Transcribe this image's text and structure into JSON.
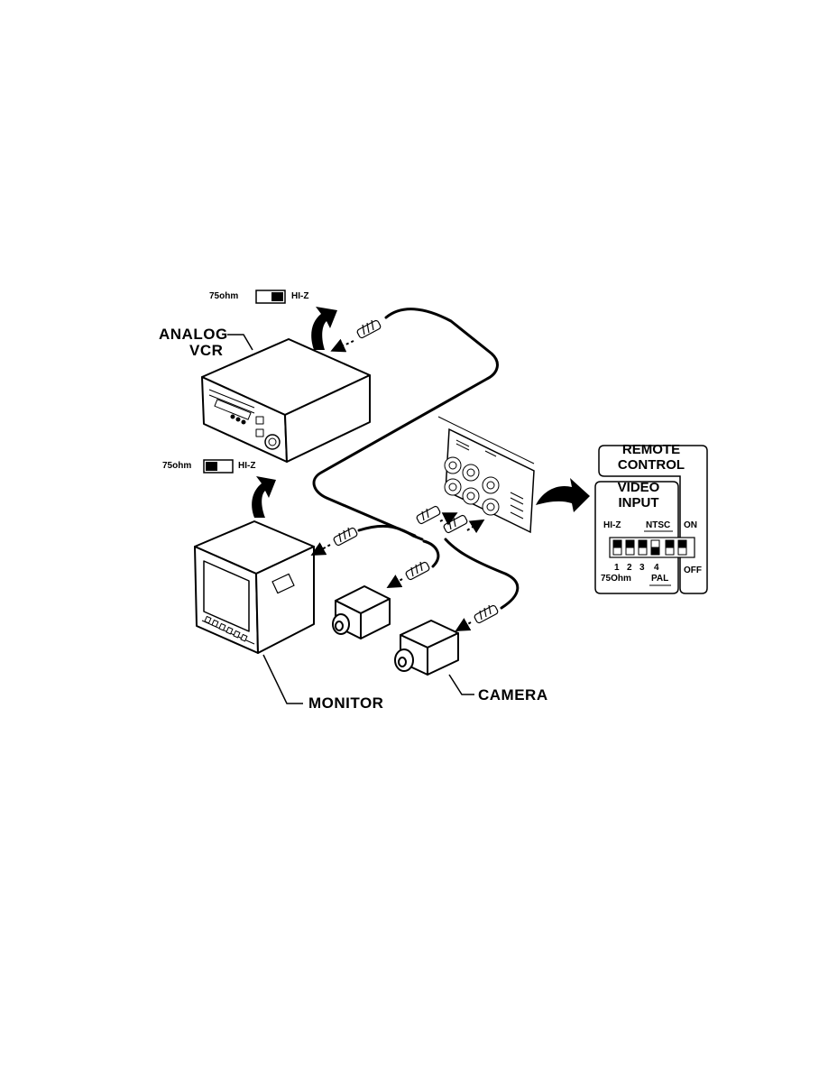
{
  "labels": {
    "analog_vcr_line1": "ANALOG",
    "analog_vcr_line2": "VCR",
    "monitor": "MONITOR",
    "camera": "CAMERA"
  },
  "switch_vcr": {
    "left": "75ohm",
    "right": "HI-Z",
    "position": "right"
  },
  "switch_monitor": {
    "left": "75ohm",
    "right": "HI-Z",
    "position": "left"
  },
  "panel": {
    "remote_line1": "REMOTE",
    "remote_line2": "CONTROL",
    "video_line1": "VIDEO",
    "video_line2": "INPUT",
    "hiz": "HI-Z",
    "ntsc": "NTSC",
    "on": "ON",
    "off": "OFF",
    "num1": "1",
    "num2": "2",
    "num3": "3",
    "num4": "4",
    "ohm": "75Ohm",
    "pal": "PAL"
  }
}
